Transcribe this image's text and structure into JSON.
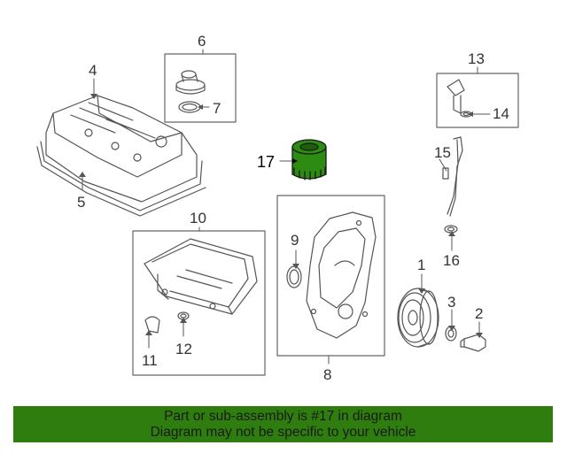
{
  "colors": {
    "banner_bg": "#2e7d0e",
    "highlight_part": "#2e8b12",
    "line": "#555555",
    "box": "#666666"
  },
  "callouts": {
    "c1": "1",
    "c2": "2",
    "c3": "3",
    "c4": "4",
    "c5": "5",
    "c6": "6",
    "c7": "7",
    "c8": "8",
    "c9": "9",
    "c10": "10",
    "c11": "11",
    "c12": "12",
    "c13": "13",
    "c14": "14",
    "c15": "15",
    "c16": "16",
    "c17": "17"
  },
  "highlighted_part": "17",
  "banner": {
    "line1": "Part or sub-assembly is #17 in diagram",
    "line2": "Diagram may not be specific to your vehicle"
  }
}
